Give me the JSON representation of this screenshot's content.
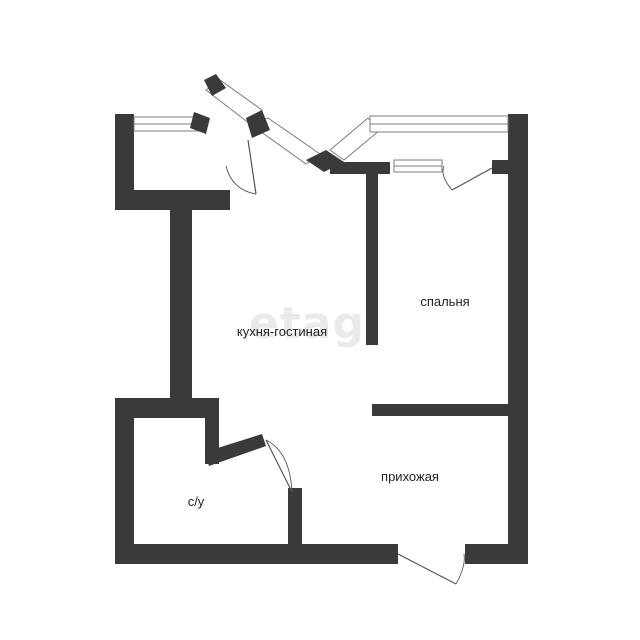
{
  "watermark": "etagi",
  "rooms": [
    {
      "id": "kitchen",
      "label": "кухня-гостиная"
    },
    {
      "id": "bedroom",
      "label": "спальня"
    },
    {
      "id": "hallway",
      "label": "прихожая"
    },
    {
      "id": "bathroom",
      "label": "с/у"
    }
  ],
  "colors": {
    "wall": "#3a3a3a",
    "window_frame": "#7c7c7c",
    "background": "#ffffff"
  }
}
